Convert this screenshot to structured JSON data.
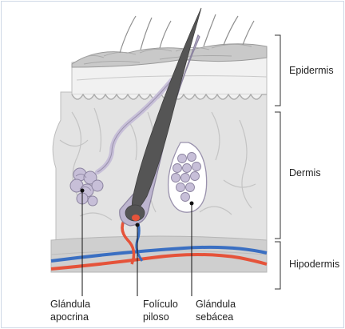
{
  "diagram": {
    "layers": [
      {
        "key": "epidermis",
        "label": "Epidermis"
      },
      {
        "key": "dermis",
        "label": "Dermis"
      },
      {
        "key": "hypodermis",
        "label": "Hipodermis"
      }
    ],
    "structures": [
      {
        "key": "apocrine",
        "line1": "Glándula",
        "line2": "apocrina"
      },
      {
        "key": "follicle",
        "line1": "Folículo",
        "line2": "piloso"
      },
      {
        "key": "sebaceous",
        "line1": "Glándula",
        "line2": "sebácea"
      }
    ],
    "colors": {
      "epidermis_top": "#c9c9c9",
      "epidermis_light": "#f1f1f1",
      "dermis": "#e3e3e3",
      "hypodermis": "#cfcfcf",
      "hair": "#555555",
      "follicle_sheath": "#bdb5cf",
      "gland": "#c7bfd8",
      "vein": "#3a6fc2",
      "artery": "#e5533a",
      "frame": "#cfd9e6"
    }
  }
}
